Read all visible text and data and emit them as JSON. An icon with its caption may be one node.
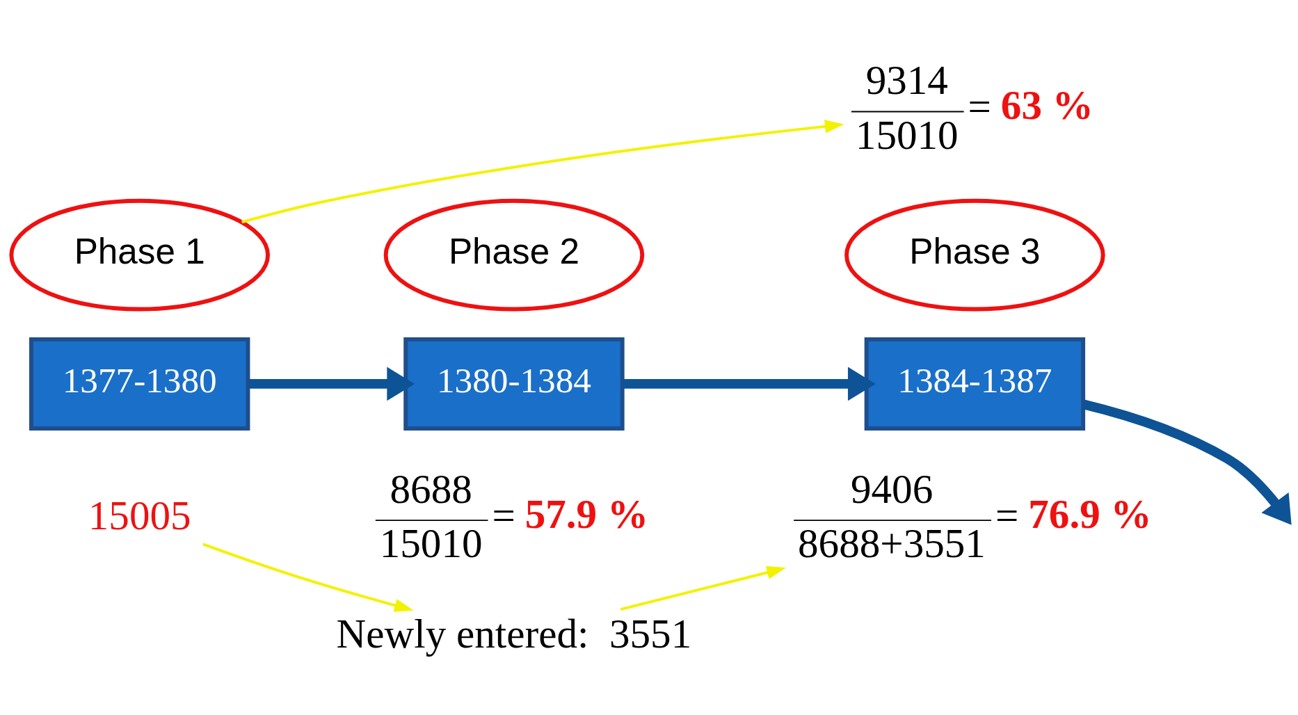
{
  "diagram": {
    "nodes": [
      {
        "text": [
          "Phase 1"
        ]
      },
      {
        "text": [
          "1377-1380"
        ]
      },
      {
        "text": [
          "15005"
        ]
      },
      {
        "text": [
          "Phase 2"
        ]
      },
      {
        "text": [
          "1380-1384"
        ]
      },
      {
        "text": [
          "8688",
          "15010",
          "=",
          "57.9 %"
        ]
      },
      {
        "text": [
          "Newly entered:  3551"
        ]
      },
      {
        "text": [
          "9314",
          "15010",
          "=",
          "63 %"
        ]
      },
      {
        "text": [
          "Phase 3"
        ]
      },
      {
        "text": [
          "1384-1387"
        ]
      },
      {
        "text": [
          "9406",
          "8688+3551",
          "=",
          "76.9 %"
        ]
      }
    ],
    "edges": [
      {
        "from": 1,
        "to": 4,
        "arrow": "to",
        "style": "thick"
      },
      {
        "from": 4,
        "to": 9,
        "arrow": "to",
        "style": "thick"
      },
      {
        "from": 9,
        "to": null,
        "arrow": "to",
        "style": "thick"
      },
      {
        "from": 0,
        "to": 7,
        "arrow": "to",
        "color": "#f2f200"
      },
      {
        "from": 2,
        "to": 6,
        "arrow": "to",
        "color": "#f2f200"
      },
      {
        "from": 6,
        "to": 10,
        "arrow": "to",
        "color": "#f2f200"
      }
    ]
  }
}
